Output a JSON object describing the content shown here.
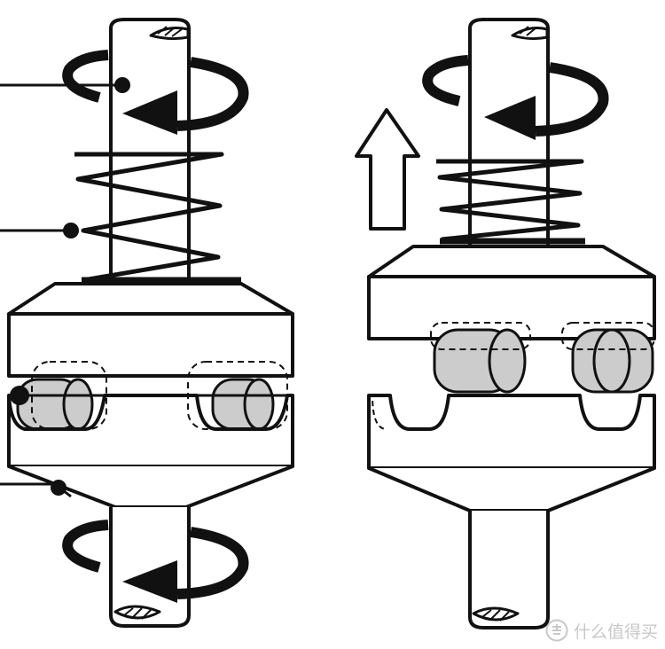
{
  "figure": {
    "type": "mechanical-clutch-schematic",
    "panels": [
      "engaged",
      "disengaged"
    ],
    "colors": {
      "line": "#111111",
      "roller_fill": "#cccccc",
      "background": "#ffffff"
    },
    "icons": [
      "rotation-arrow-icon",
      "up-arrow-icon",
      "leader-dot-icon"
    ]
  },
  "watermark": {
    "text": "什么值得买",
    "logo_icon": "zhi-logo-icon"
  }
}
